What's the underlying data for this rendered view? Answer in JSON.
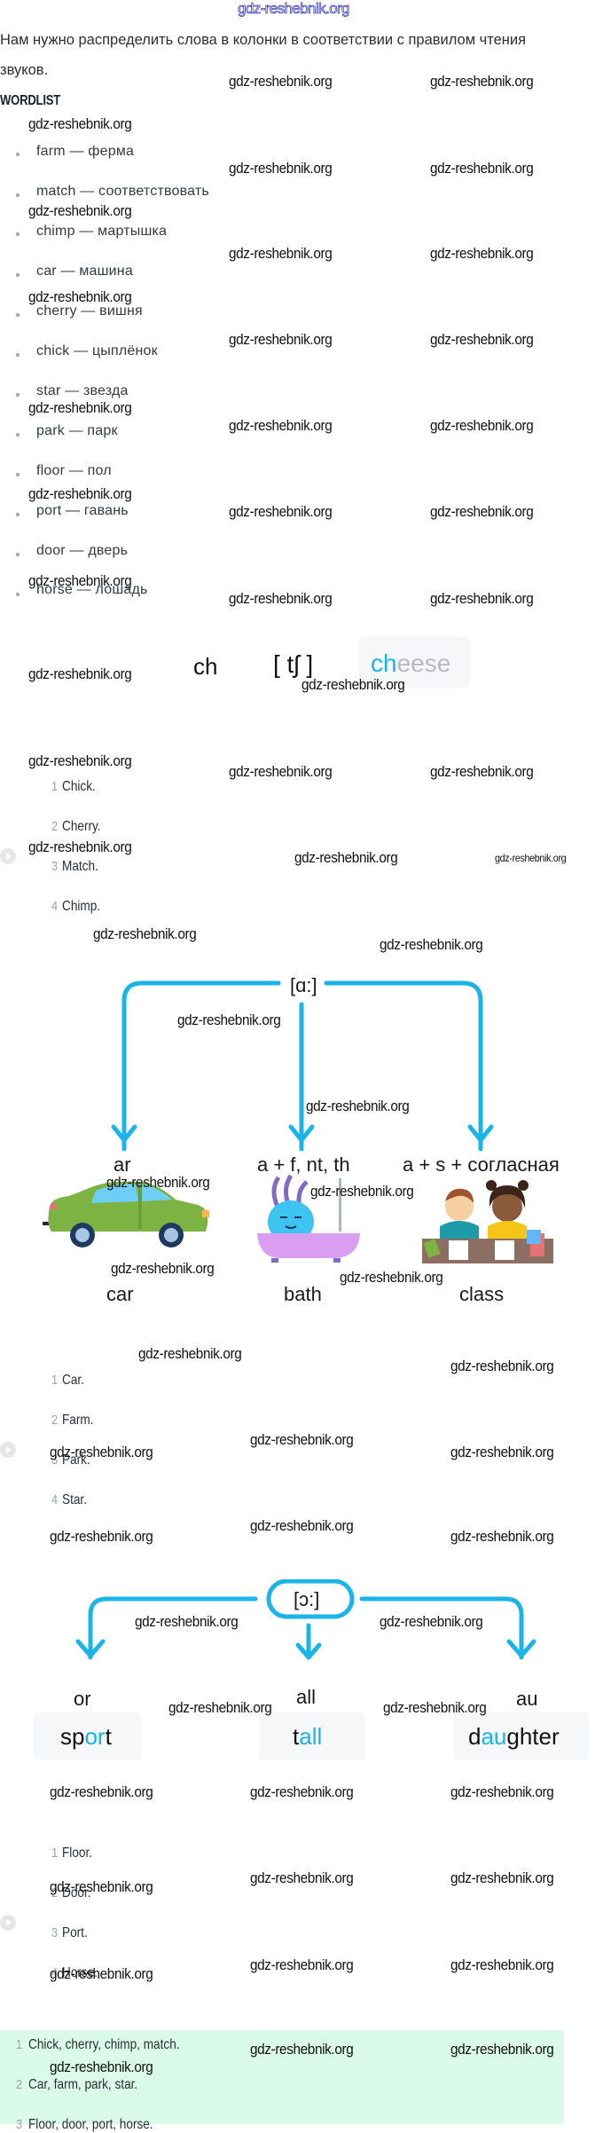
{
  "watermark": "gdz-reshebnik.org",
  "intro": {
    "line1": "Нам нужно распределить слова в колонки в соответствии с правилом чтения",
    "line2": "звуков."
  },
  "wordlist": {
    "heading": "WORDLIST",
    "items": [
      "farm — ферма",
      "match — соответствовать",
      "chimp — мартышка",
      "car — машина",
      "cherry — вишня",
      "chick — цыплёнок",
      "star — звезда",
      "park — парк",
      "floor — пол",
      "port — гавань",
      "door — дверь",
      "horse — лошадь"
    ]
  },
  "ch_rule": {
    "letters": "ch",
    "sound": "[ tʃ ]",
    "example_highlight": "ch",
    "example_rest": "eese",
    "highlight_color": "#1ab4e8"
  },
  "list1": {
    "items": [
      {
        "num": "1",
        "text": "Chick."
      },
      {
        "num": "2",
        "text": "Cherry."
      },
      {
        "num": "3",
        "text": "Match."
      },
      {
        "num": "4",
        "text": "Chimp."
      }
    ]
  },
  "a_diagram": {
    "sound": "[ɑ:]",
    "arrow_color": "#1ab4e8",
    "branches": [
      {
        "rule": "ar",
        "word": "car",
        "image": "car-illustration"
      },
      {
        "rule": "a + f, nt, th",
        "word": "bath",
        "image": "bath-illustration"
      },
      {
        "rule": "a + s + согласная",
        "word": "class",
        "image": "class-illustration"
      }
    ]
  },
  "list2": {
    "items": [
      {
        "num": "1",
        "text": "Car."
      },
      {
        "num": "2",
        "text": "Farm."
      },
      {
        "num": "3",
        "text": "Park."
      },
      {
        "num": "4",
        "text": "Star."
      }
    ]
  },
  "o_diagram": {
    "sound": "[ɔ:]",
    "branches": [
      {
        "rule": "or",
        "pre": "sp",
        "hl": "or",
        "post": "t"
      },
      {
        "rule": "all",
        "pre": "t",
        "hl": "all",
        "post": ""
      },
      {
        "rule": "au",
        "pre": "d",
        "hl": "au",
        "post": "ghter"
      }
    ]
  },
  "list3": {
    "items": [
      {
        "num": "1",
        "text": "Floor."
      },
      {
        "num": "2",
        "text": "Door."
      },
      {
        "num": "3",
        "text": "Port."
      },
      {
        "num": "4",
        "text": "Horse."
      }
    ]
  },
  "answer": {
    "background": "#dafbe9",
    "items": [
      {
        "num": "1",
        "text": "Chick, cherry, chimp, match."
      },
      {
        "num": "2",
        "text": "Car, farm, park, star."
      },
      {
        "num": "3",
        "text": "Floor, door, port, horse."
      }
    ]
  }
}
